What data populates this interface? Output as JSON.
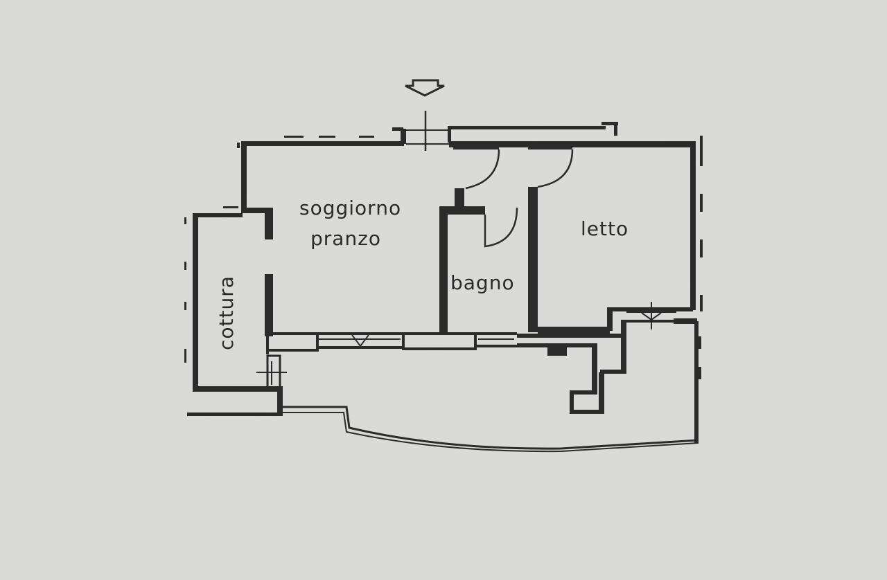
{
  "rooms": {
    "living_line1": "soggiorno",
    "living_line2": "pranzo",
    "bedroom": "letto",
    "bathroom": "bagno",
    "kitchen": "cottura"
  },
  "colors": {
    "paper": "#d9d9d7",
    "ink": "#2b2b2b"
  },
  "icons": {
    "entrance": "entrance-arrow-icon"
  }
}
